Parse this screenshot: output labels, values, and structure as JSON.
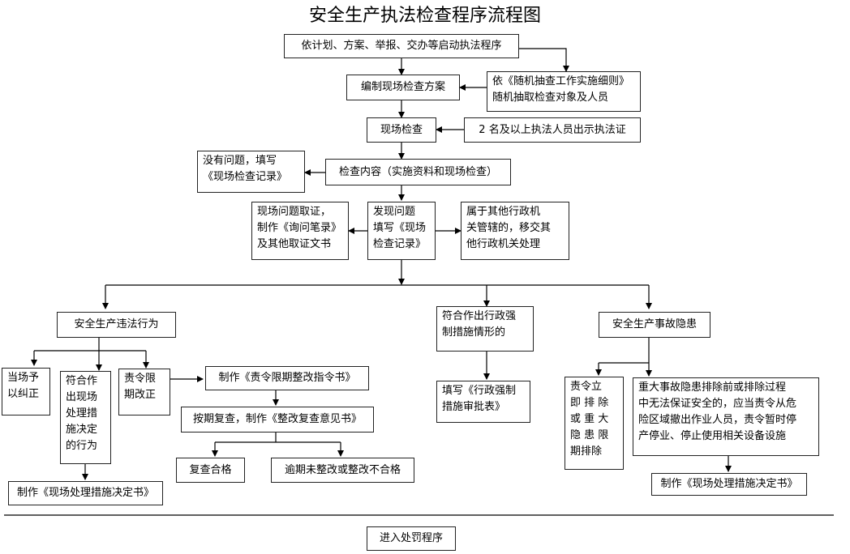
{
  "title": "安全生产执法检查程序流程图",
  "nodes": {
    "start": "依计划、方案、举报、交办等启动执法程序",
    "plan": "编制现场检查方案",
    "random": "依《随机抽查工作实施细则》\n随机抽取检查对象及人员",
    "onsite": "现场检查",
    "cert": "2 名及以上执法人员出示执法证",
    "noissue": "没有问题，填写\n《现场检查记录》",
    "content": "检查内容（实施资料和现场检查）",
    "evidence": "现场问题取证，\n制作《询问笔录》\n及其他取证文书",
    "found": "发现问题\n填写《现场\n检查记录》",
    "transfer": "属于其他行政机\n关管辖的，移交其\n他行政机关处理",
    "violation": "安全生产违法行为",
    "coercive": "符合作出行政强\n制措施情形的",
    "hazard": "安全生产事故隐患",
    "correct": "当场予\n以纠正",
    "measure_decide": "符合作\n出现场\n处理措\n施决定\n的行为",
    "order_fix": "责令限\n期改正",
    "make_order": "制作《责令限期整改指令书》",
    "recheck": "按期复查，制作《整改复查意见书》",
    "pass": "复查合格",
    "fail": "逾期未整改或整改不合格",
    "decision_left": "制作《现场处理措施决定书》",
    "coercive_form": "填写《行政强制\n措施审批表》",
    "hazard_fix": "责令立\n即 排 除\n或 重 大\n隐 患 限\n期排除",
    "major": "重大事故隐患排除前或排除过程\n中无法保证安全的，应当责令从危\n险区域撤出作业人员，责令暂时停\n产停业、停止使用相关设备设施",
    "decision_right": "制作《现场处理措施决定书》",
    "penalty": "进入处罚程序"
  }
}
